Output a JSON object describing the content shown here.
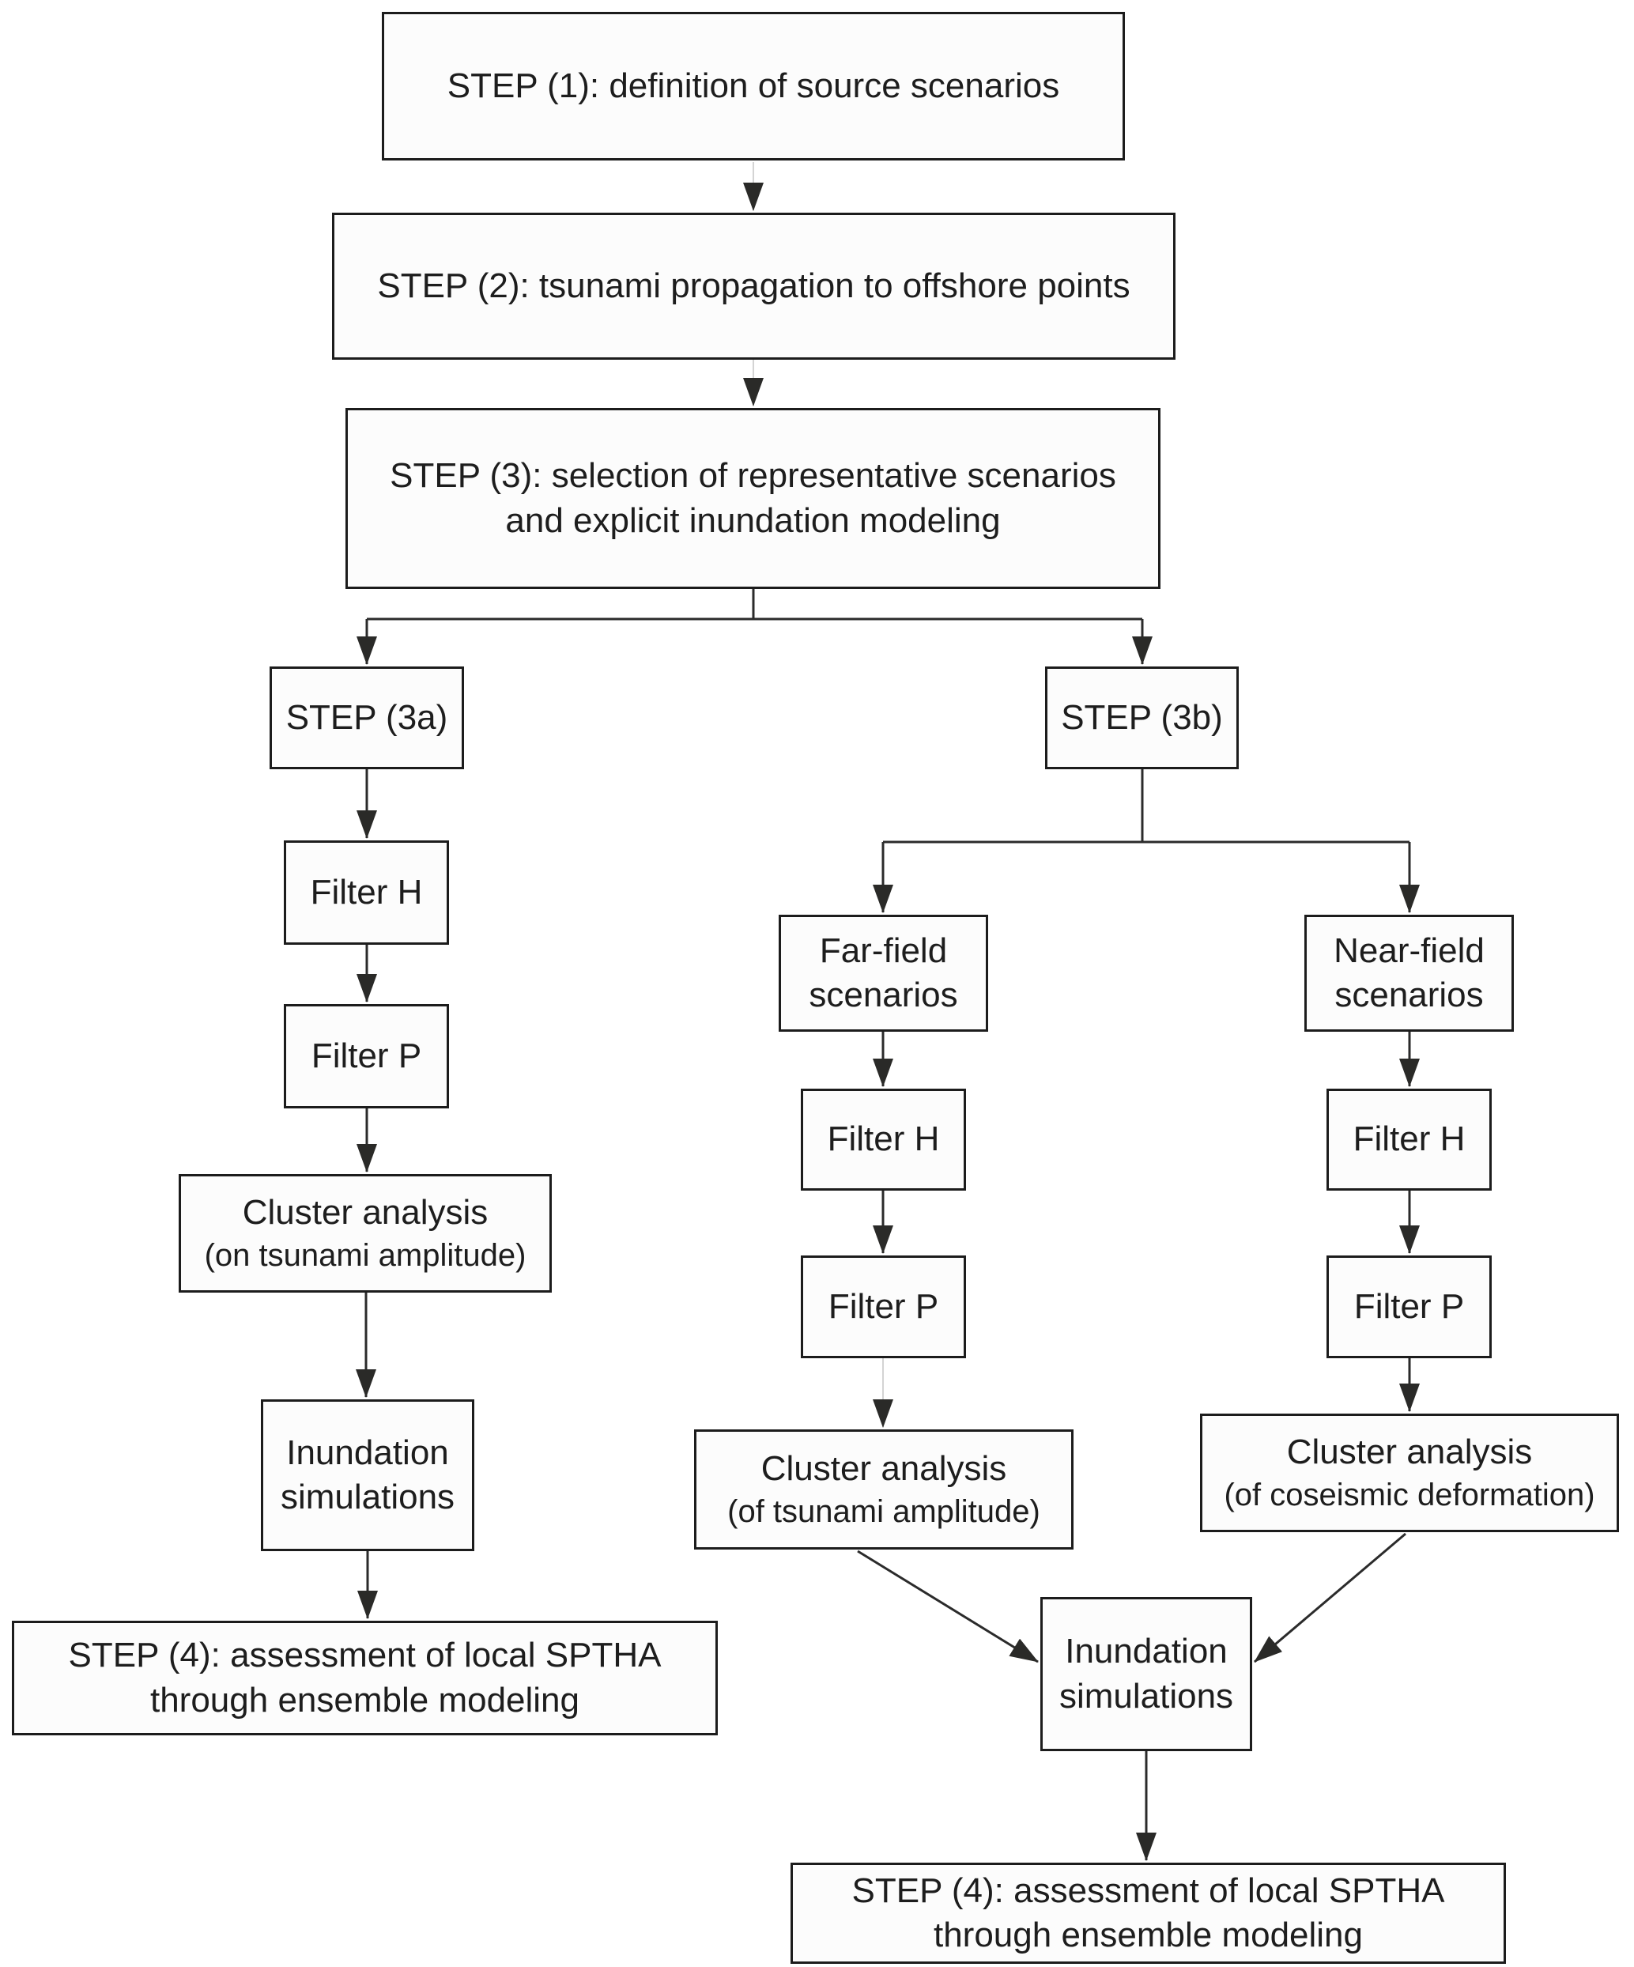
{
  "diagram": {
    "type": "flowchart",
    "colors": {
      "box_fill": "#fcfcfc",
      "box_border": "#1c1c1c",
      "line_color": "#2b2b2b",
      "faint_line_color": "#d4d4d4",
      "arrowhead_color": "#2a2a28",
      "text_color": "#1d1d1d",
      "background": "#ffffff"
    },
    "nodes": {
      "step1": {
        "label": "STEP (1): definition of source scenarios"
      },
      "step2": {
        "label": "STEP (2): tsunami propagation to offshore points"
      },
      "step3": {
        "line1": "STEP (3): selection of representative scenarios",
        "line2": "and explicit inundation modeling"
      },
      "step3a": {
        "label": "STEP (3a)"
      },
      "step3b": {
        "label": "STEP (3b)"
      },
      "filter_h_3a": {
        "label": "Filter H"
      },
      "filter_p_3a": {
        "label": "Filter P"
      },
      "cluster_3a": {
        "line1": "Cluster analysis",
        "line2": "(on tsunami amplitude)"
      },
      "inundation_3a": {
        "line1": "Inundation",
        "line2": "simulations"
      },
      "step4_left": {
        "line1": "STEP (4): assessment of local SPTHA",
        "line2": "through ensemble modeling"
      },
      "far_field": {
        "line1": "Far-field",
        "line2": "scenarios"
      },
      "near_field": {
        "line1": "Near-field",
        "line2": "scenarios"
      },
      "filter_h_far": {
        "label": "Filter H"
      },
      "filter_p_far": {
        "label": "Filter P"
      },
      "cluster_far": {
        "line1": "Cluster analysis",
        "line2": "(of tsunami amplitude)"
      },
      "filter_h_near": {
        "label": "Filter H"
      },
      "filter_p_near": {
        "label": "Filter P"
      },
      "cluster_near": {
        "line1": "Cluster analysis",
        "line2": "(of coseismic deformation)"
      },
      "inundation_merge": {
        "line1": "Inundation",
        "line2": "simulations"
      },
      "step4_right": {
        "line1": "STEP (4): assessment of local SPTHA",
        "line2": "through ensemble modeling"
      }
    }
  }
}
